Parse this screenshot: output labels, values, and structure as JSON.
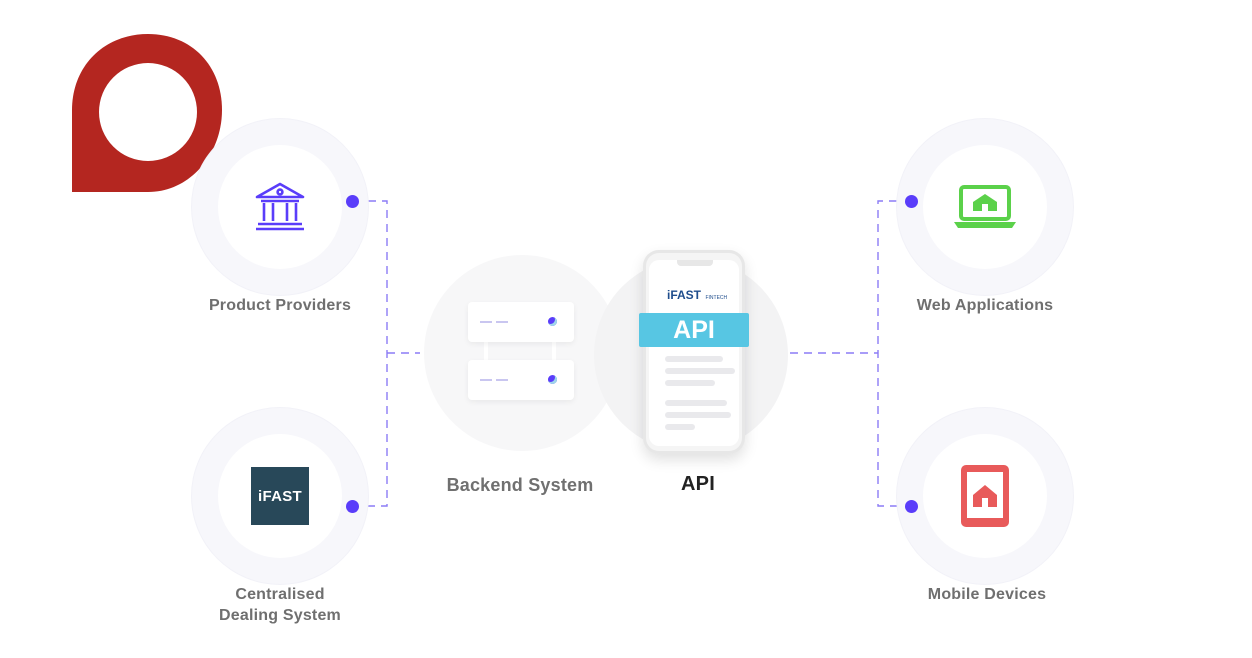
{
  "nodes": {
    "product_providers": {
      "label": "Product Providers"
    },
    "centralised_dealing": {
      "label_line1": "Centralised",
      "label_line2": "Dealing System",
      "logo_text": "iFAST"
    },
    "backend": {
      "label": "Backend System"
    },
    "api": {
      "label": "API",
      "banner": "API",
      "logo_text": "iFAST",
      "logo_sub": "FINTECH"
    },
    "web_applications": {
      "label": "Web Applications"
    },
    "mobile_devices": {
      "label": "Mobile Devices"
    }
  },
  "colors": {
    "connector": "#8b7cf6",
    "dot": "#5a3dfa",
    "bank_icon": "#5a3dfa",
    "web_icon": "#5bd14a",
    "mobile_icon": "#e85a5a",
    "api_banner": "#57c6e3",
    "pin": "#b42620"
  },
  "icons": [
    "location-pin-icon",
    "bank-icon",
    "server-icon",
    "laptop-home-icon",
    "tablet-home-icon"
  ]
}
